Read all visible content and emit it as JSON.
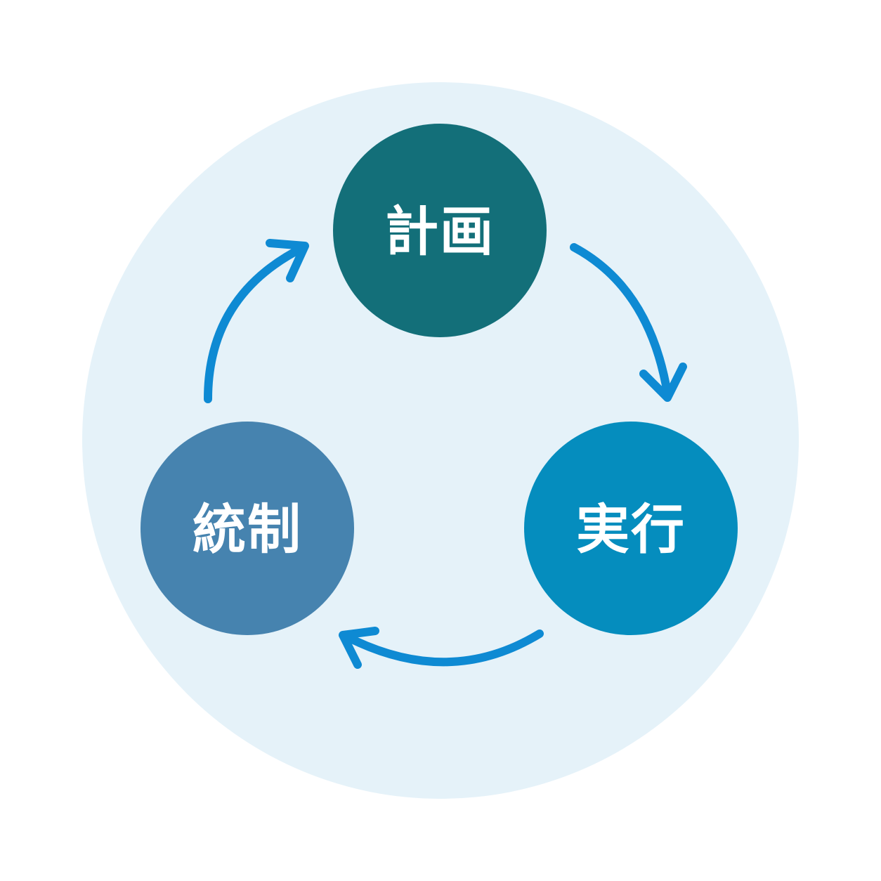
{
  "nodes": [
    {
      "id": "plan",
      "label": "計画",
      "color": "#136F79"
    },
    {
      "id": "execute",
      "label": "実行",
      "color": "#058DBE"
    },
    {
      "id": "control",
      "label": "統制",
      "color": "#4683AF"
    }
  ],
  "arrows": [
    {
      "from": "plan",
      "to": "execute"
    },
    {
      "from": "execute",
      "to": "control"
    },
    {
      "from": "control",
      "to": "plan"
    }
  ],
  "colors": {
    "background_disc": "#E5F2F9",
    "arrow": "#0E8AD3",
    "label_text": "#FFFFFF"
  }
}
